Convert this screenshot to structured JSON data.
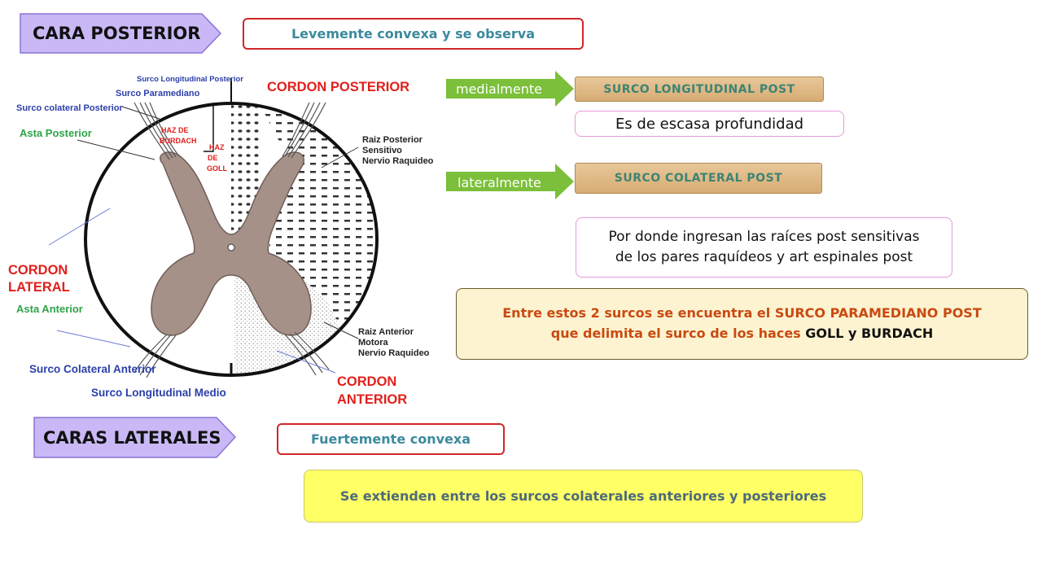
{
  "headings": {
    "posterior": "CARA POSTERIOR",
    "laterales": "CARAS LATERALES"
  },
  "descriptions": {
    "posterior": "Levemente convexa y se observa",
    "laterales": "Fuertemente convexa"
  },
  "medial": {
    "arrow_label": "medialmente",
    "sulcus": "SURCO  LONGITUDINAL  POST",
    "note": "Es de escasa profundidad"
  },
  "lateral": {
    "arrow_label": "lateralmente",
    "sulcus": "SURCO  COLATERAL  POST",
    "note_line1": "Por donde ingresan las raíces post sensitivas",
    "note_line2": "de los pares raquídeos y art espinales post"
  },
  "paramedian_note": {
    "l1_a": "Entre estos 2 surcos se encuentra el ",
    "l1_b": "SURCO PARAMEDIANO POST",
    "l2_a": "que delimita el surco de los haces ",
    "l2_b": "GOLL y BURDACH"
  },
  "lateral_note": "Se extienden entre los surcos colaterales anteriores y posteriores",
  "diagram": {
    "surco_longitudinal_posterior": "Surco Longitudinal Posterior",
    "surco_paramediano": "Surco Paramediano",
    "surco_colateral_posterior": "Surco colateral Posterior",
    "asta_posterior": "Asta Posterior",
    "cordon_posterior": "CORDON POSTERIOR",
    "haz_de": "HAZ DE",
    "burdach": "BURDACH",
    "haz": "HAZ",
    "de": "DE",
    "goll": "GOLL",
    "raiz_posterior": "Raiz Posterior",
    "sensitivo": "Sensitivo",
    "nervio_raquideo_1": "Nervio Raquideo",
    "cordon": "CORDON",
    "lateral": "LATERAL",
    "asta_anterior": "Asta Anterior",
    "raiz_anterior": "Raiz Anterior",
    "motora": "Motora",
    "nervio_raquideo_2": "Nervio Raquideo",
    "surco_colateral_anterior": "Surco Colateral Anterior",
    "surco_longitudinal_medio": "Surco Longitudinal Medio",
    "cordon_2": "CORDON",
    "anterior": "ANTERIOR"
  },
  "colors": {
    "heading_fill": "#c9b8f5",
    "red_border": "#d0262a",
    "teal_text": "#3b8a9c",
    "arrow_green": "#7bbf3a",
    "gray_matter": "#a59188",
    "label_blue": "#2c3fa8",
    "label_red": "#e0201c",
    "label_green": "#2ea34a"
  }
}
